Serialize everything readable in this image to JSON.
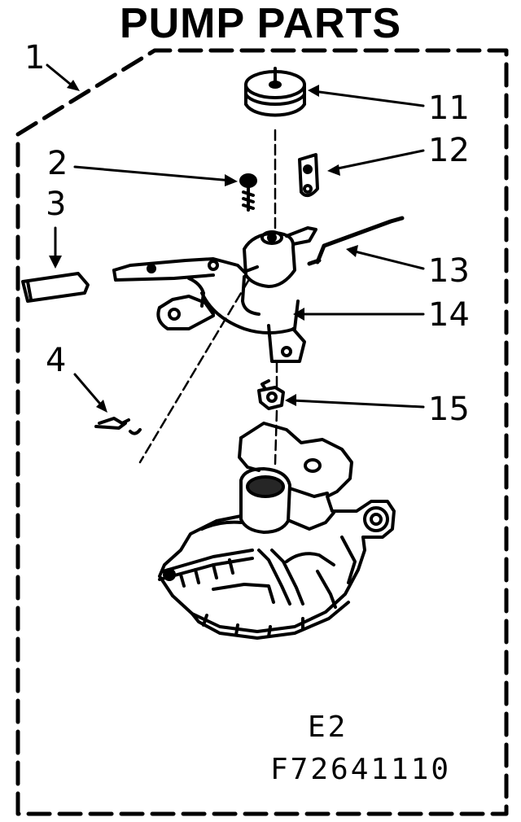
{
  "title": "PUMP PARTS",
  "callouts": {
    "c1": "1",
    "c2": "2",
    "c3": "3",
    "c4": "4",
    "c11": "11",
    "c12": "12",
    "c13": "13",
    "c14": "14",
    "c15": "15"
  },
  "footer": {
    "section": "E2",
    "figure_code": "F72641110"
  }
}
